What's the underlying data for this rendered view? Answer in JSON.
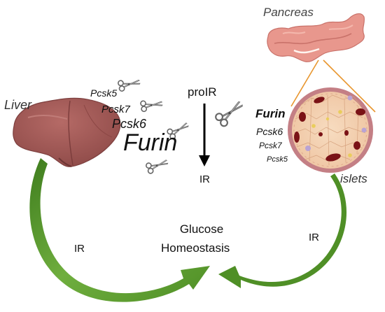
{
  "organs": {
    "pancreas": "Pancreas",
    "liver": "Liver",
    "islets": "islets"
  },
  "processing": {
    "precursor": "proIR",
    "product": "IR"
  },
  "liver_enzymes": [
    "Pcsk5",
    "Pcsk7",
    "Pcsk6",
    "Furin"
  ],
  "islet_enzymes": [
    "Furin",
    "Pcsk6",
    "Pcsk7",
    "Pcsk5"
  ],
  "outcome": {
    "line1": "Glucose",
    "line2": "Homeostasis"
  },
  "flows": {
    "liver_arrow_label": "IR",
    "islet_arrow_label": "IR"
  },
  "colors": {
    "arrow_green": "#5a9a2e",
    "liver": "#a35a58",
    "pancreas": "#e8978d",
    "islet": "#f2c9a4",
    "zoom_line": "#e8962e"
  },
  "icons": [
    "scissors-icon",
    "liver-icon",
    "pancreas-icon",
    "islet-icon"
  ]
}
